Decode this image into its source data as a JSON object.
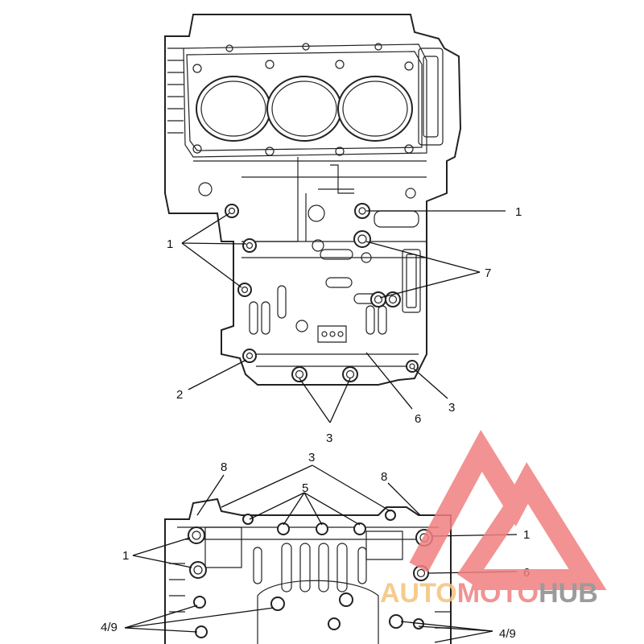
{
  "top_view": {
    "labels": {
      "l1_right": "1",
      "l1_left": "1",
      "l7": "7",
      "l2": "2",
      "l3_right": "3",
      "l6": "6",
      "l3_bottom": "3"
    }
  },
  "bottom_view": {
    "labels": {
      "l8_left": "8",
      "l3_top": "3",
      "l8_right": "8",
      "l5": "5",
      "l1_left": "1",
      "l1_right": "1",
      "l6": "6",
      "l49_left": "4/9",
      "l49_right": "4/9"
    }
  },
  "watermark": {
    "part_a": "AUTO",
    "part_b": "MOTO",
    "part_c": "HUB",
    "colors": {
      "triangle": "#f07f7f",
      "auto": "#f4c27a",
      "moto": "#f08080",
      "hub": "#8a8a8a"
    }
  }
}
